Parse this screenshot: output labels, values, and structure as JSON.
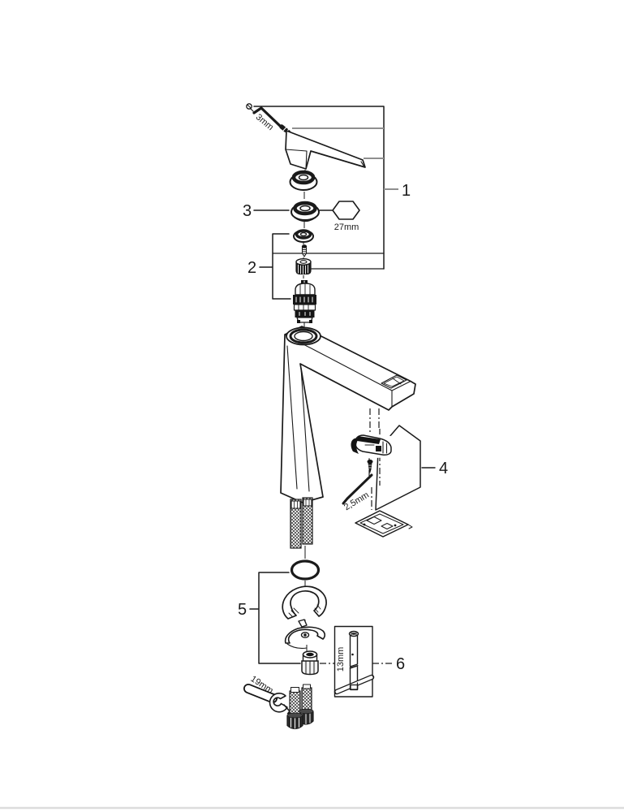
{
  "page": {
    "background": "#ffffff",
    "bottom_edge_color": "#dcdcdc"
  },
  "diagram": {
    "kind": "exploded-parts-diagram",
    "subject": "single-lever vessel basin mixer tap",
    "line_color": "#1a1a1a",
    "callout_line_color": "#8f8f8f",
    "callouts": {
      "c1": "1",
      "c2": "2",
      "c3": "3",
      "c4": "4",
      "c5": "5",
      "c6": "6"
    },
    "dimensions": {
      "handle_hex_key": "3mm",
      "cap_hex": "27mm",
      "clip_hex_key": "2,5mm",
      "mounting_socket": "13mm",
      "hose_wrench": "19mm"
    },
    "parts": [
      {
        "callout": "1",
        "name": "lever-handle-assembly"
      },
      {
        "callout": "2",
        "name": "cartridge-assembly"
      },
      {
        "callout": "3",
        "name": "cartridge-cover-ring"
      },
      {
        "callout": "4",
        "name": "mounting-clip-kit"
      },
      {
        "callout": "5",
        "name": "fastening-set"
      },
      {
        "callout": "6",
        "name": "socket-spanner-tool"
      }
    ]
  }
}
